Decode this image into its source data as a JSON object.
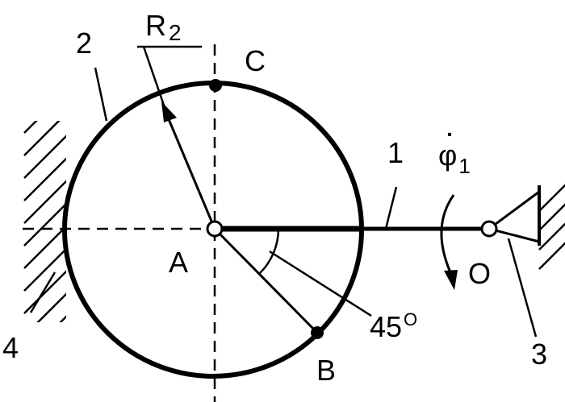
{
  "labels": {
    "radius": "R",
    "radius_sub": "2",
    "point_c": "C",
    "point_a": "A",
    "point_b": "B",
    "point_o": "O",
    "part_1": "1",
    "part_2": "2",
    "part_3": "3",
    "part_4": "4",
    "angle_value": "45",
    "angle_unit": "O",
    "omega_symbol": "φ",
    "omega_sub": "1",
    "omega_dot": "·"
  },
  "colors": {
    "ink": "#000000",
    "background": "#ffffff"
  }
}
